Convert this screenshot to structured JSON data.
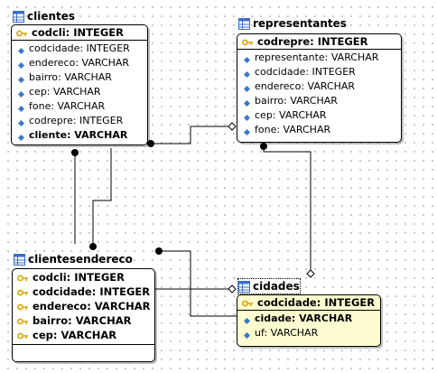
{
  "entities": {
    "clientes": {
      "name": "clientes",
      "pk": "codcli: INTEGER",
      "columns": [
        {
          "text": "codcidade: INTEGER",
          "bold": false
        },
        {
          "text": "endereco: VARCHAR",
          "bold": false
        },
        {
          "text": "bairro: VARCHAR",
          "bold": false
        },
        {
          "text": "cep: VARCHAR",
          "bold": false
        },
        {
          "text": "fone: VARCHAR",
          "bold": false
        },
        {
          "text": "codrepre: INTEGER",
          "bold": false
        },
        {
          "text": "cliente: VARCHAR",
          "bold": true
        }
      ]
    },
    "representantes": {
      "name": "representantes",
      "pk": "codrepre: INTEGER",
      "columns": [
        {
          "text": "representante: VARCHAR",
          "bold": false
        },
        {
          "text": "codcidade: INTEGER",
          "bold": false
        },
        {
          "text": "endereco: VARCHAR",
          "bold": false
        },
        {
          "text": "bairro: VARCHAR",
          "bold": false
        },
        {
          "text": "cep: VARCHAR",
          "bold": false
        },
        {
          "text": "fone: VARCHAR",
          "bold": false
        }
      ]
    },
    "clientesendereco": {
      "name": "clientesendereco",
      "pks": [
        "codcli: INTEGER",
        "codcidade: INTEGER",
        "endereco: VARCHAR",
        "bairro: VARCHAR",
        "cep: VARCHAR"
      ]
    },
    "cidades": {
      "name": "cidades",
      "pk": "codcidade: INTEGER",
      "columns": [
        {
          "text": "cidade: VARCHAR",
          "bold": true
        },
        {
          "text": "uf: VARCHAR",
          "bold": false
        }
      ]
    }
  },
  "colors": {
    "table_icon_blue": "#3c6ec8",
    "key_gold": "#d9a400",
    "column_diamond": "#3a78c8",
    "selected_fill": "#fdfbd0"
  }
}
